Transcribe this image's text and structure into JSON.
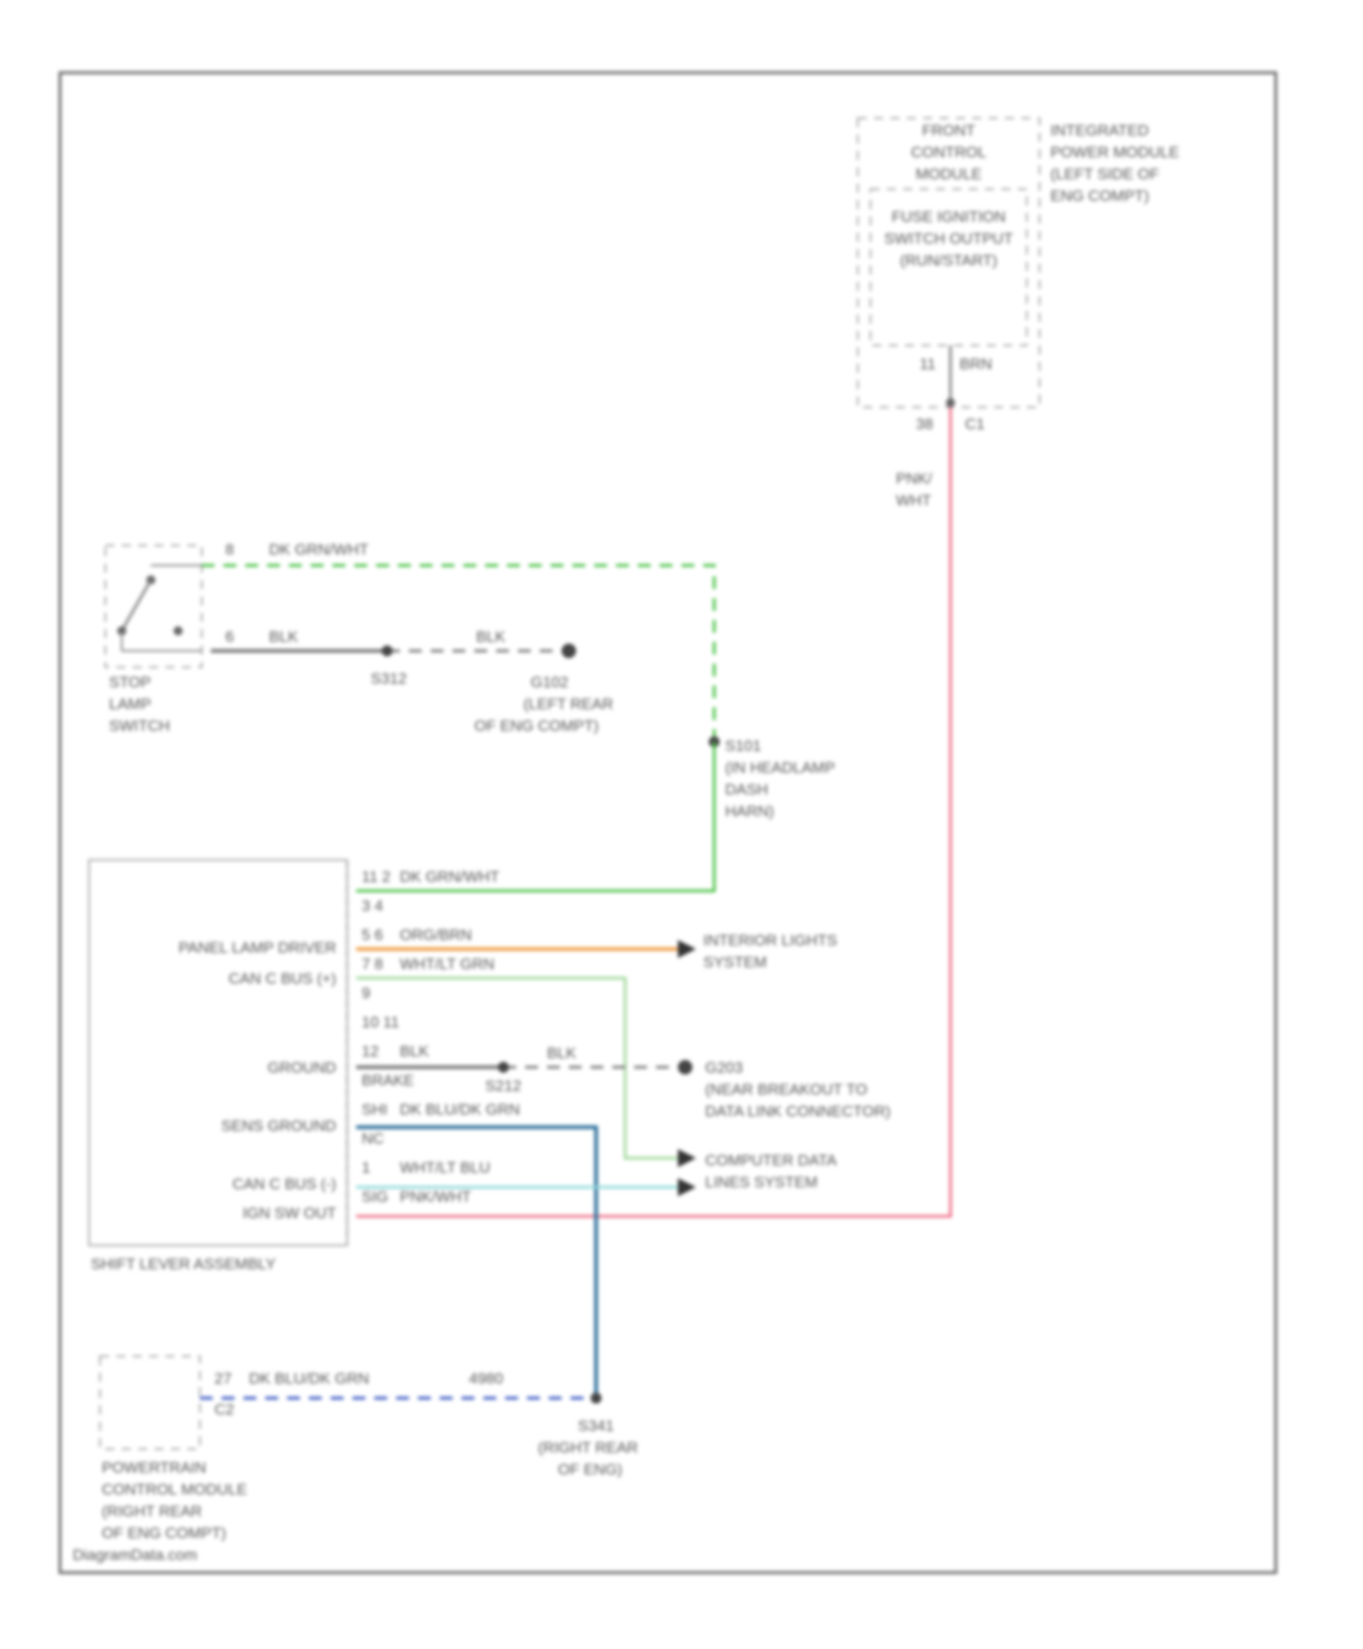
{
  "modules": {
    "fcm_title": [
      "FRONT",
      "CONTROL",
      "MODULE"
    ],
    "ipm_title": [
      "INTEGRATED",
      "POWER MODULE",
      "(LEFT SIDE OF",
      "ENG COMPT)"
    ],
    "fuse_title": [
      "FUSE IGNITION",
      "SWITCH OUTPUT",
      "(RUN/START)"
    ],
    "fuse_pin": "11",
    "fuse_wire": "BRN",
    "ipm_pin": "38",
    "ipm_connector": "C1",
    "stop_lamp_switch": [
      "STOP",
      "LAMP",
      "SWITCH"
    ],
    "shift_lever": "SHIFT LEVER ASSEMBLY",
    "pcm": [
      "POWERTRAIN",
      "CONTROL MODULE",
      "(RIGHT REAR",
      "OF ENG COMPT)"
    ]
  },
  "wires": {
    "pnk_wht_vertical": [
      "PNK/",
      "WHT"
    ],
    "stop_pin_top": "8",
    "stop_wire_top": "DK GRN/WHT",
    "stop_pin_bottom": "6",
    "stop_wire_bottom": "BLK",
    "blk_splice_out": "BLK",
    "s312_label": "S312",
    "g102_label": [
      "G102",
      "(LEFT REAR",
      "OF ENG COMPT)"
    ],
    "s101_label": [
      "S101",
      "(IN HEADLAMP",
      "DASH",
      "HARN)"
    ],
    "pcm_pin": "27",
    "pcm_conn": "C2",
    "pcm_wire": "DK BLU/DK GRN",
    "pcm_wire_right": "4980",
    "s341_label": [
      "S341",
      "(RIGHT REAR",
      "OF ENG)"
    ],
    "blk_ground_wire": "BLK",
    "s212_label": "S212",
    "g203_label": [
      "G203",
      "(NEAR BREAKOUT TO",
      "DATA LINK CONNECTOR)"
    ],
    "interior_lights": [
      "INTERIOR LIGHTS",
      "SYSTEM"
    ],
    "computer_data": [
      "COMPUTER DATA",
      "LINES SYSTEM"
    ]
  },
  "shift_lever_pins": [
    {
      "pin": "11 2",
      "wire": "DK GRN/WHT"
    },
    {
      "pin": "3 4",
      "wire": ""
    },
    {
      "pin": "5 6",
      "wire": "ORG/BRN"
    },
    {
      "pin": "7 8",
      "wire": "WHT/LT GRN"
    },
    {
      "pin": "9",
      "wire": ""
    },
    {
      "pin": "10 11",
      "wire": ""
    },
    {
      "pin": "12",
      "wire": "BLK"
    },
    {
      "pin": "BRAKE",
      "wire": ""
    },
    {
      "pin": "SHI",
      "wire": "DK BLU/DK GRN"
    },
    {
      "pin": "NC",
      "wire": ""
    },
    {
      "pin": "1",
      "wire": "WHT/LT BLU"
    },
    {
      "pin": "SIG",
      "wire": "PNK/WHT"
    }
  ],
  "shift_lever_functions": [
    "PANEL LAMP DRIVER",
    "CAN C BUS (+)",
    "GROUND",
    "SENS GROUND",
    "CAN C BUS (-)",
    "IGN SW OUT"
  ],
  "watermark": "DiagramData.com",
  "colors": {
    "dk_grn_wht": "#44c040",
    "org_brn": "#f0a04a",
    "wht_lt_grn": "#9fd89a",
    "wht_lt_blu": "#8ed8d8",
    "pnk_wht": "#ee6f87",
    "dk_blu_dk_grn": "#2a6e9a",
    "blk": "#666666",
    "blue_dash": "#3050c0"
  }
}
